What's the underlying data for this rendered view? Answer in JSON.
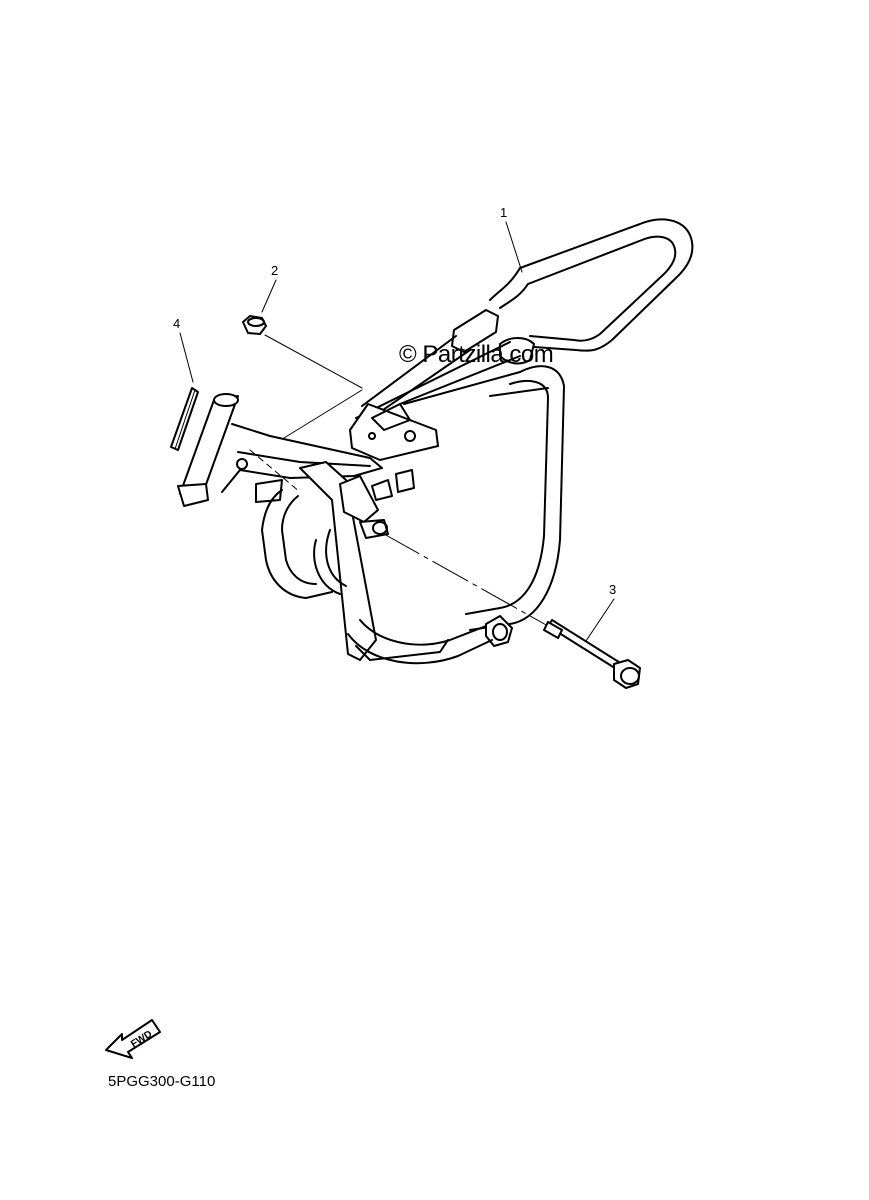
{
  "callouts": {
    "part_1": "1",
    "part_2": "2",
    "part_3": "3",
    "part_4": "4"
  },
  "watermark": "© Partzilla.com",
  "diagram_code": "5PGG300-G110",
  "fwd_badge": {
    "label": "FWD",
    "icon": "forward-arrow-icon"
  },
  "colors": {
    "line": "#000000",
    "background": "#ffffff"
  }
}
